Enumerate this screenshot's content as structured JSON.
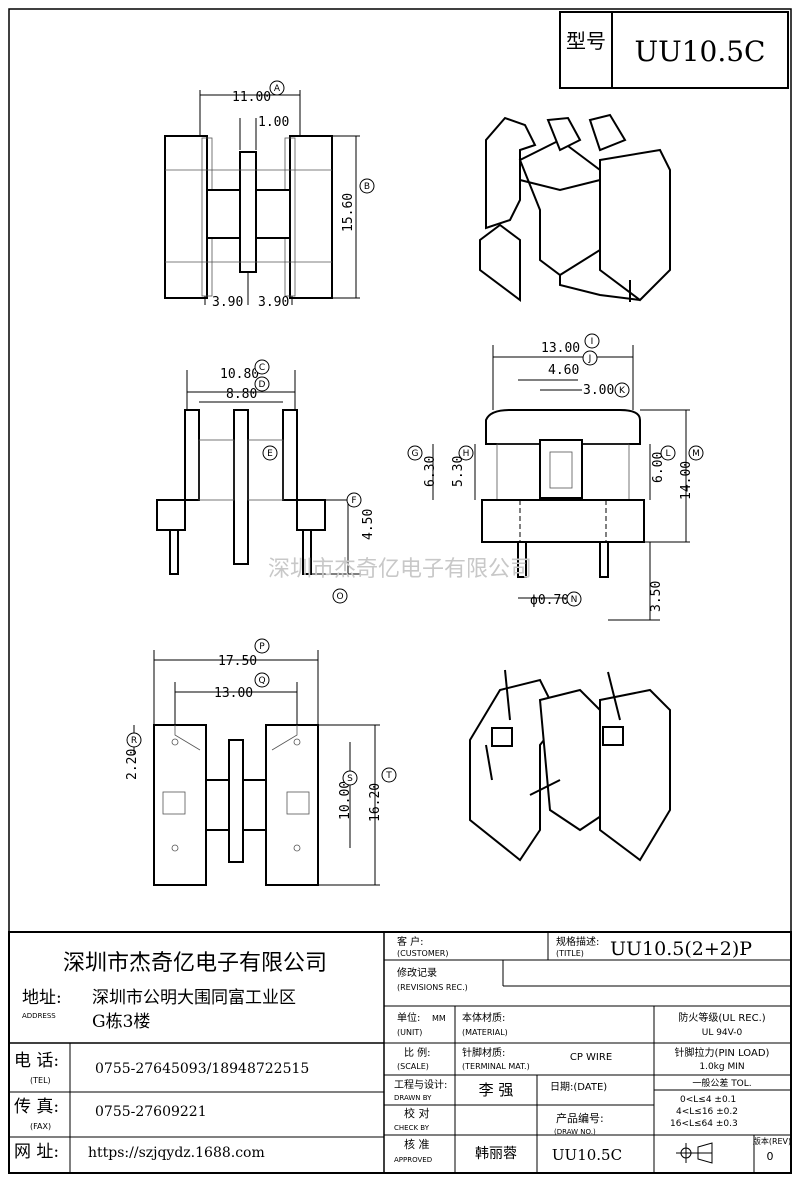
{
  "header": {
    "type_label": "型号",
    "model": "UU10.5C"
  },
  "dimensions": {
    "top": {
      "width": "11.00",
      "center": "1.00",
      "height": "15.60",
      "left_half": "3.90",
      "right_half": "3.90"
    },
    "front": {
      "outer": "10.80",
      "inner": "8.80",
      "pin_len": "4.50"
    },
    "side": {
      "width": "13.00",
      "mid": "4.60",
      "slot": "3.00",
      "h1": "6.30",
      "h2": "5.30",
      "h3": "6.00",
      "height": "14.00",
      "pin_dia": "ϕ0.70",
      "pin_len": "3.50"
    },
    "bottom": {
      "outer": "17.50",
      "inner": "13.00",
      "edge": "2.20",
      "mid": "10.00",
      "height": "16.20"
    }
  },
  "markers": {
    "A": "A",
    "B": "B",
    "C": "C",
    "D": "D",
    "E": "E",
    "F": "F",
    "G": "G",
    "H": "H",
    "I": "I",
    "J": "J",
    "K": "K",
    "L": "L",
    "M": "M",
    "N": "N",
    "O": "O",
    "P": "P",
    "Q": "Q",
    "R": "R",
    "S": "S",
    "T": "T"
  },
  "watermark": "深圳市杰奇亿电子有限公司",
  "title_block": {
    "company": "深圳市杰奇亿电子有限公司",
    "address_label": "地址:",
    "address_en": "ADDRESS",
    "address_line1": "深圳市公明大围同富工业区",
    "address_line2": "G栋3楼",
    "tel_label": "电 话:",
    "tel_en": "(TEL)",
    "tel": "0755-27645093/18948722515",
    "fax_label": "传 真:",
    "fax_en": "(FAX)",
    "fax": "0755-27609221",
    "web_label": "网 址:",
    "web": "https://szjqydz.1688.com",
    "customer_label": "客 户:",
    "customer_en": "(CUSTOMER)",
    "spec_label": "规格描述:",
    "spec_en": "(TITLE)",
    "spec": "UU10.5(2+2)P",
    "revisions_label": "修改记录",
    "revisions_en": "(REVISIONS REC.)",
    "unit_label": "单位:",
    "unit_value": "MM",
    "unit_en": "(UNIT)",
    "material_label": "本体材质:",
    "material_en": "(MATERIAL)",
    "fire_label": "防火等级(UL REC.)",
    "fire_value": "UL 94V-0",
    "scale_label": "比 例:",
    "scale_en": "(SCALE)",
    "terminal_label": "针脚材质:",
    "terminal_en": "(TERMINAL MAT.)",
    "terminal_value": "CP WIRE",
    "pull_label": "针脚拉力(PIN LOAD)",
    "pull_value": "1.0kg MIN",
    "drawn_label": "工程与设计:",
    "drawn_en": "DRAWN BY",
    "drawn_value": "李 强",
    "date_label": "日期:(DATE)",
    "tol_label": "一般公差 TOL.",
    "tol_1": "0<L≤4  ±0.1",
    "tol_2": "4<L≤16 ±0.2",
    "tol_3": "16<L≤64 ±0.3",
    "check_label": "校 对",
    "check_en": "CHECK BY",
    "product_label": "产品编号:",
    "product_en": "(DRAW NO.)",
    "product_value": "UU10.5C",
    "approve_label": "核 准",
    "approve_en": "APPROVED",
    "approve_value": "韩丽蓉",
    "rev_label": "版本(REV)",
    "rev_value": "0"
  }
}
